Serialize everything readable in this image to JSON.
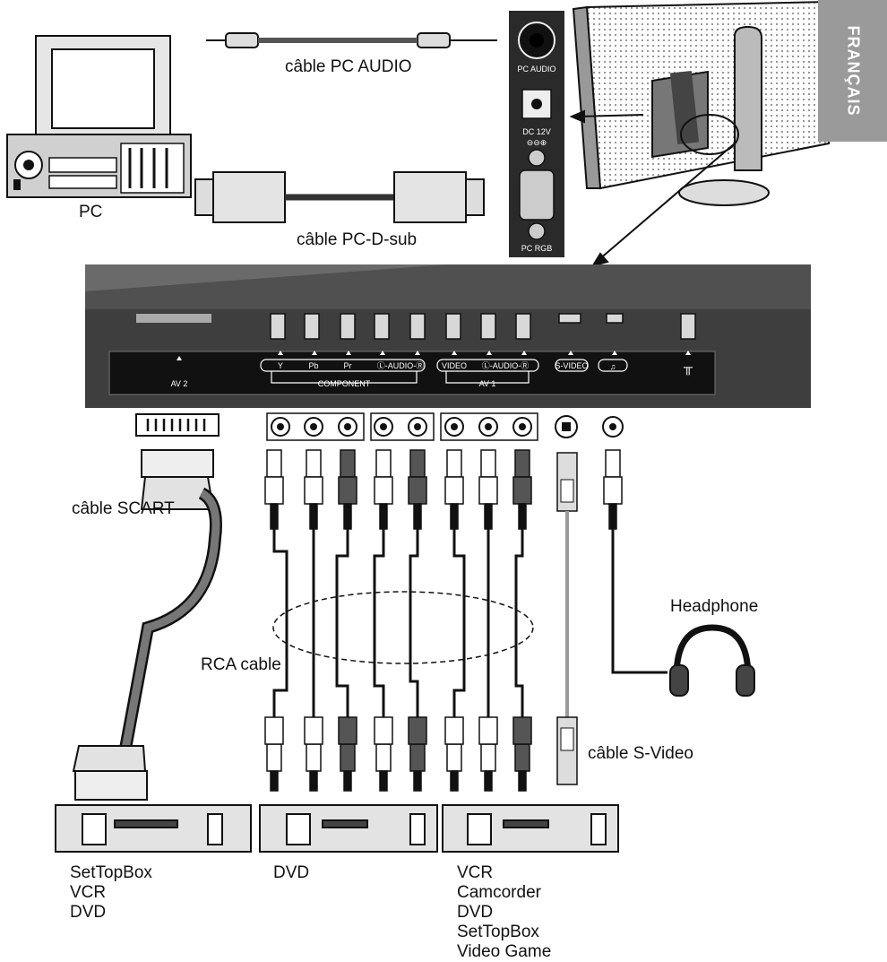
{
  "language_tab": "FRANÇAIS",
  "labels": {
    "pc": "PC",
    "pc_audio_cable": "câble PC AUDIO",
    "dsub_cable": "câble PC-D-sub",
    "scart_cable": "câble SCART",
    "rca_cable": "RCA cable",
    "headphone": "Headphone",
    "svideo_cable": "câble S-Video"
  },
  "side_panel": {
    "pc_audio": "PC AUDIO",
    "dc_line1": "DC 12V",
    "dc_line2": "⊖⊖⊕",
    "pc_rgb": "PC RGB"
  },
  "rear_panel": {
    "av2": "AV 2",
    "y": "Y",
    "pb": "Pb",
    "pr": "Pr",
    "component_audio": "Ⓛ-AUDIO-Ⓡ",
    "component": "COMPONENT",
    "video": "VIDEO",
    "av1_audio": "Ⓛ-AUDIO-Ⓡ",
    "av1": "AV 1",
    "svideo": "S-VIDEO",
    "headphone_symbol": "♫",
    "antenna_symbol": "╥"
  },
  "devices": {
    "group1": [
      "SetTopBox",
      "VCR",
      "DVD"
    ],
    "group2": [
      "DVD"
    ],
    "group3": [
      "VCR",
      "Camcorder",
      "DVD",
      "SetTopBox",
      "Video Game"
    ]
  }
}
